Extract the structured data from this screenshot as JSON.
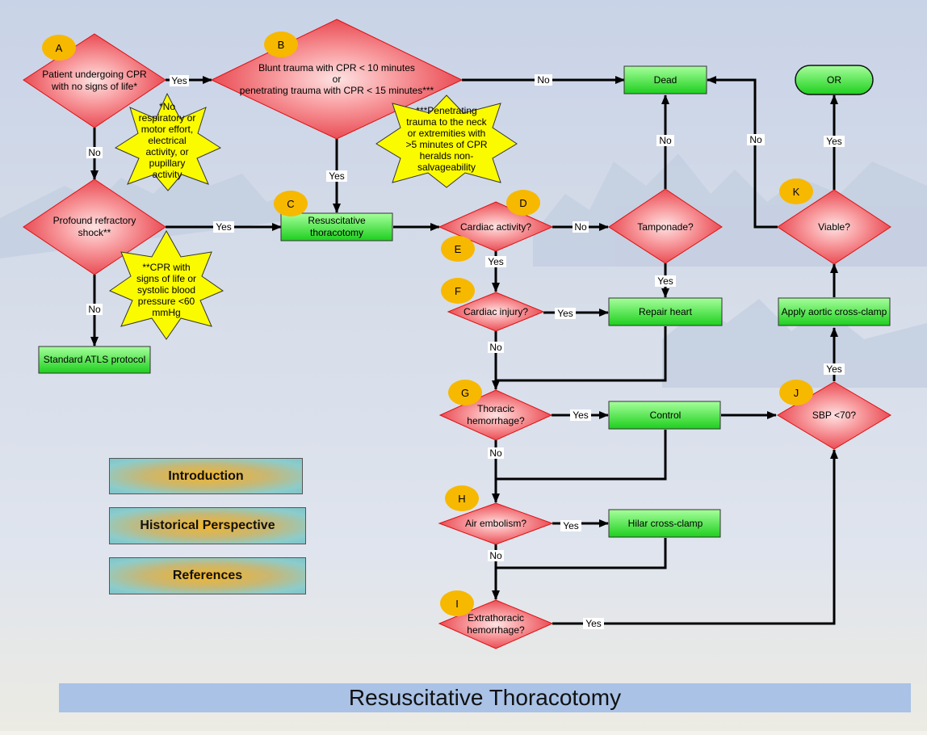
{
  "title": "Resuscitative Thoracotomy",
  "colors": {
    "decision_light": "#fbd3d3",
    "decision_dark": "#e8313a",
    "action_light": "#8dff8d",
    "action_dark": "#22d022",
    "note": "#fbfb00",
    "badge": "#f7b800",
    "arrow": "#000000"
  },
  "nodes": {
    "A": {
      "badge": "A",
      "text": "Patient undergoing CPR with no signs of life*"
    },
    "B": {
      "badge": "B",
      "line1": "Blunt trauma with CPR < 10 minutes",
      "line2": "or",
      "line3": "penetrating trauma with CPR < 15 minutes***"
    },
    "shock": {
      "text": "Profound refractory shock**"
    },
    "C": {
      "badge": "C",
      "text": "Resuscitative thoracotomy"
    },
    "D": {
      "badge": "D",
      "text": "Cardiac activity?"
    },
    "E": {
      "badge": "E"
    },
    "F": {
      "badge": "F",
      "text": "Cardiac injury?"
    },
    "G": {
      "badge": "G",
      "text": "Thoracic hemorrhage?"
    },
    "H": {
      "badge": "H",
      "text": "Air embolism?"
    },
    "I": {
      "badge": "I",
      "text": "Extrathoracic hemorrhage?"
    },
    "J": {
      "badge": "J",
      "text": "SBP <70?"
    },
    "K": {
      "badge": "K",
      "text": "Viable?"
    },
    "dead": {
      "text": "Dead"
    },
    "or": {
      "text": "OR"
    },
    "tamponade": {
      "text": "Tamponade?"
    },
    "repair": {
      "text": "Repair heart"
    },
    "control": {
      "text": "Control"
    },
    "hilar": {
      "text": "Hilar cross-clamp"
    },
    "aortic": {
      "text": "Apply aortic cross-clamp"
    },
    "atls": {
      "text": "Standard ATLS protocol"
    }
  },
  "notes": {
    "star1": [
      "*No",
      "respiratory or",
      "motor effort,",
      "electrical",
      "activity, or",
      "pupillary",
      "activity"
    ],
    "star2": [
      "**CPR with",
      "signs of life or",
      "systolic blood",
      "pressure <60",
      "mmHg"
    ],
    "star3": [
      "***Penetrating",
      "trauma to the neck",
      "or extremities with",
      ">5 minutes of CPR",
      "heralds non-",
      "salvageability"
    ]
  },
  "edges": {
    "yes": "Yes",
    "no": "No"
  },
  "nav": {
    "introduction": "Introduction",
    "historical": "Historical Perspective",
    "references": "References"
  }
}
